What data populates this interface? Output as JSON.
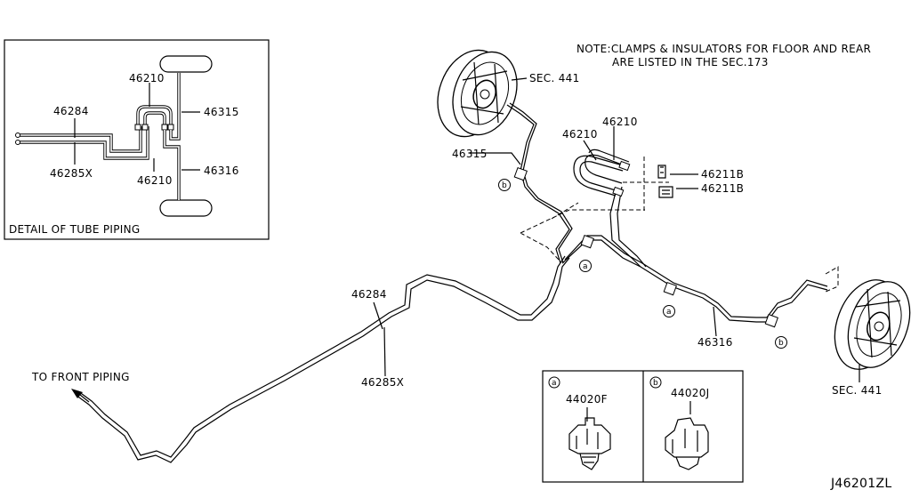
{
  "note": {
    "line1": "NOTE:CLAMPS & INSULATORS FOR FLOOR AND REAR",
    "line2": "ARE LISTED IN THE SEC.173"
  },
  "detail": {
    "caption": "DETAIL OF TUBE PIPING",
    "labels": {
      "p46210_top": "46210",
      "p46284": "46284",
      "p46315": "46315",
      "p46285x": "46285X",
      "p46210_bottom": "46210",
      "p46316": "46316"
    }
  },
  "main": {
    "labels": {
      "sec441_top": "SEC. 441",
      "p46315": "46315",
      "p46210_a": "46210",
      "p46210_b": "46210",
      "p46211b_a": "46211B",
      "p46211b_b": "46211B",
      "p46284": "46284",
      "p46285x": "46285X",
      "p46316": "46316",
      "sec441_bottom": "SEC. 441",
      "to_front": "TO FRONT PIPING"
    },
    "circle_markers": {
      "a": "a",
      "b": "b"
    }
  },
  "inset": {
    "a_marker": "a",
    "a_part": "44020F",
    "b_marker": "b",
    "b_part": "44020J"
  },
  "diagram_id": "J46201ZL"
}
